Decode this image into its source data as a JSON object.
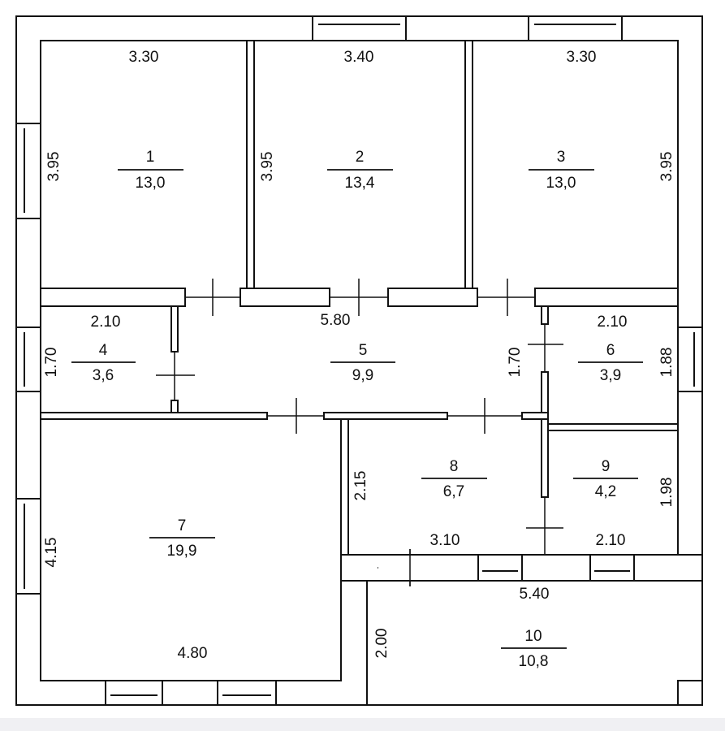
{
  "dimensions": {
    "room1_width": "3.30",
    "room2_width": "3.40",
    "room3_width": "3.30",
    "room1_height": "3.95",
    "room2_height": "3.95",
    "room3_height": "3.95",
    "room4_width": "2.10",
    "hall_width": "5.80",
    "room6_width": "2.10",
    "room4_height": "1.70",
    "hall_height": "1.70",
    "room6_height": "1.88",
    "room8_height": "2.15",
    "room8_width": "3.10",
    "room9_width": "2.10",
    "room9_height": "1.98",
    "room7_height": "4.15",
    "room7_width": "4.80",
    "terrace_width": "5.40",
    "terrace_height": "2.00"
  },
  "rooms": [
    {
      "number": "1",
      "area": "13,0"
    },
    {
      "number": "2",
      "area": "13,4"
    },
    {
      "number": "3",
      "area": "13,0"
    },
    {
      "number": "4",
      "area": "3,6"
    },
    {
      "number": "5",
      "area": "9,9"
    },
    {
      "number": "6",
      "area": "3,9"
    },
    {
      "number": "7",
      "area": "19,9"
    },
    {
      "number": "8",
      "area": "6,7"
    },
    {
      "number": "9",
      "area": "4,2"
    },
    {
      "number": "10",
      "area": "10,8"
    }
  ]
}
